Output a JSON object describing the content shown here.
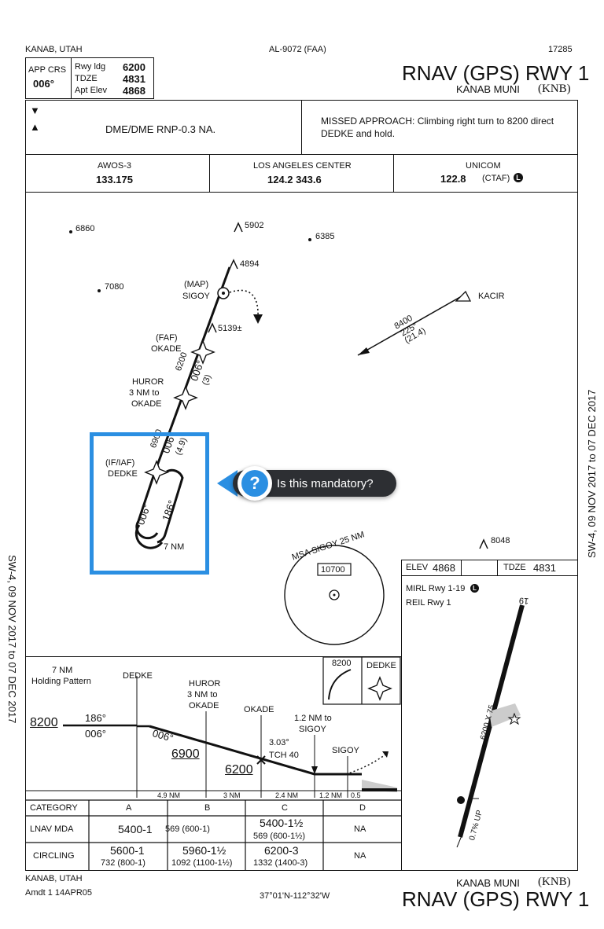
{
  "header": {
    "location": "KANAB, UTAH",
    "procedure_number": "AL-9072 (FAA)",
    "chart_id": "17285",
    "title": "RNAV (GPS) RWY 1",
    "airport": "KANAB MUNI",
    "airport_id": "(KNB)"
  },
  "briefing": {
    "app_crs_label": "APP CRS",
    "app_crs": "006°",
    "rwy_ldg_label": "Rwy ldg",
    "rwy_ldg": "6200",
    "tdze_label": "TDZE",
    "tdze": "4831",
    "apt_elev_label": "Apt Elev",
    "apt_elev": "4868",
    "note": "DME/DME RNP-0.3 NA.",
    "missed_approach": "MISSED APPROACH:  Climbing right turn to 8200 direct",
    "missed_approach_2": "DEDKE and hold."
  },
  "comms": {
    "awos_label": "AWOS-3",
    "awos_freq": "133.175",
    "center_label": "LOS ANGELES CENTER",
    "center_freq": "124.2  343.6",
    "unicom_label": "UNICOM",
    "unicom_freq": "122.8",
    "unicom_note": "(CTAF)"
  },
  "plan": {
    "elev_6860": "6860",
    "elev_5902": "5902",
    "elev_6385": "6385",
    "elev_4894": "4894",
    "elev_7080": "7080",
    "elev_5139": "5139±",
    "elev_8048": "8048",
    "map_label": "(MAP)",
    "sigoy": "SIGOY",
    "faf_label": "(FAF)",
    "okade": "OKADE",
    "huror": "HUROR",
    "huror_note1": "3 NM to",
    "huror_note2": "OKADE",
    "if_iaf_label": "(IF/IAF)",
    "dedke": "DEDKE",
    "kacir": "KACIR",
    "seg1_alt": "6200",
    "seg1_crs": "006°",
    "seg1_dist": "(3)",
    "seg2_alt": "6900",
    "seg2_crs": "006°",
    "seg2_dist": "(4.9)",
    "hold_in": "006°",
    "hold_out": "186°",
    "hold_len": "7 NM",
    "kacir_alt": "8400",
    "kacir_crs": "225°",
    "kacir_dist": "(21.4)",
    "msa_label": "MSA SIGOY 25 NM",
    "msa_alt": "10700"
  },
  "airport_box": {
    "elev_label": "ELEV",
    "elev": "4868",
    "tdze_label": "TDZE",
    "tdze": "4831",
    "lighting": "MIRL Rwy 1-19",
    "reil": "REIL Rwy 1",
    "rwy_dims": "6200 X 75",
    "rwy_num_top": "19",
    "gradient": "0.7% UP"
  },
  "profile": {
    "hold_label1": "7 NM",
    "hold_label2": "Holding Pattern",
    "hold_alt": "8200",
    "hold_out": "186°",
    "hold_in": "006°",
    "dedke": "DEDKE",
    "huror": "HUROR",
    "huror_note1": "3 NM to",
    "huror_note2": "OKADE",
    "okade": "OKADE",
    "sigoy_note1": "1.2 NM to",
    "sigoy_note2": "SIGOY",
    "sigoy": "SIGOY",
    "crs": "006°",
    "alt_6900": "6900",
    "alt_6200": "6200",
    "gp_angle": "3.03°",
    "tch": "TCH 40",
    "ma_alt": "8200",
    "ma_fix": "DEDKE",
    "dist1": "4.9 NM",
    "dist2": "3 NM",
    "dist3": "2.4 NM",
    "dist4": "1.2 NM",
    "dist5": "0.5"
  },
  "minimums": {
    "category_label": "CATEGORY",
    "cats": [
      "A",
      "B",
      "C",
      "D"
    ],
    "lnav_label": "LNAV  MDA",
    "lnav_ab": "5400-1",
    "lnav_ab_note": "569 (600-1)",
    "lnav_c": "5400-1½",
    "lnav_c_note": "569 (600-1½)",
    "lnav_d": "NA",
    "circ_label": "CIRCLING",
    "circ_a": "5600-1",
    "circ_a_note": "732 (800-1)",
    "circ_b": "5960-1½",
    "circ_b_note": "1092 (1100-1½)",
    "circ_c": "6200-3",
    "circ_c_note": "1332 (1400-3)",
    "circ_d": "NA"
  },
  "footer": {
    "location": "KANAB, UTAH",
    "amendment": "Amdt 1  14APR05",
    "coords": "37°01'N-112°32'W",
    "airport": "KANAB MUNI",
    "airport_id": "(KNB)",
    "title": "RNAV (GPS) RWY 1"
  },
  "side": {
    "validity_left": "SW-4, 09 NOV 2017 to 07 DEC 2017",
    "validity_right": "SW-4, 09 NOV 2017  to  07 DEC 2017"
  },
  "tooltip": {
    "text": "Is this mandatory?",
    "icon": "question-icon",
    "accent": "#2b8fe2"
  }
}
